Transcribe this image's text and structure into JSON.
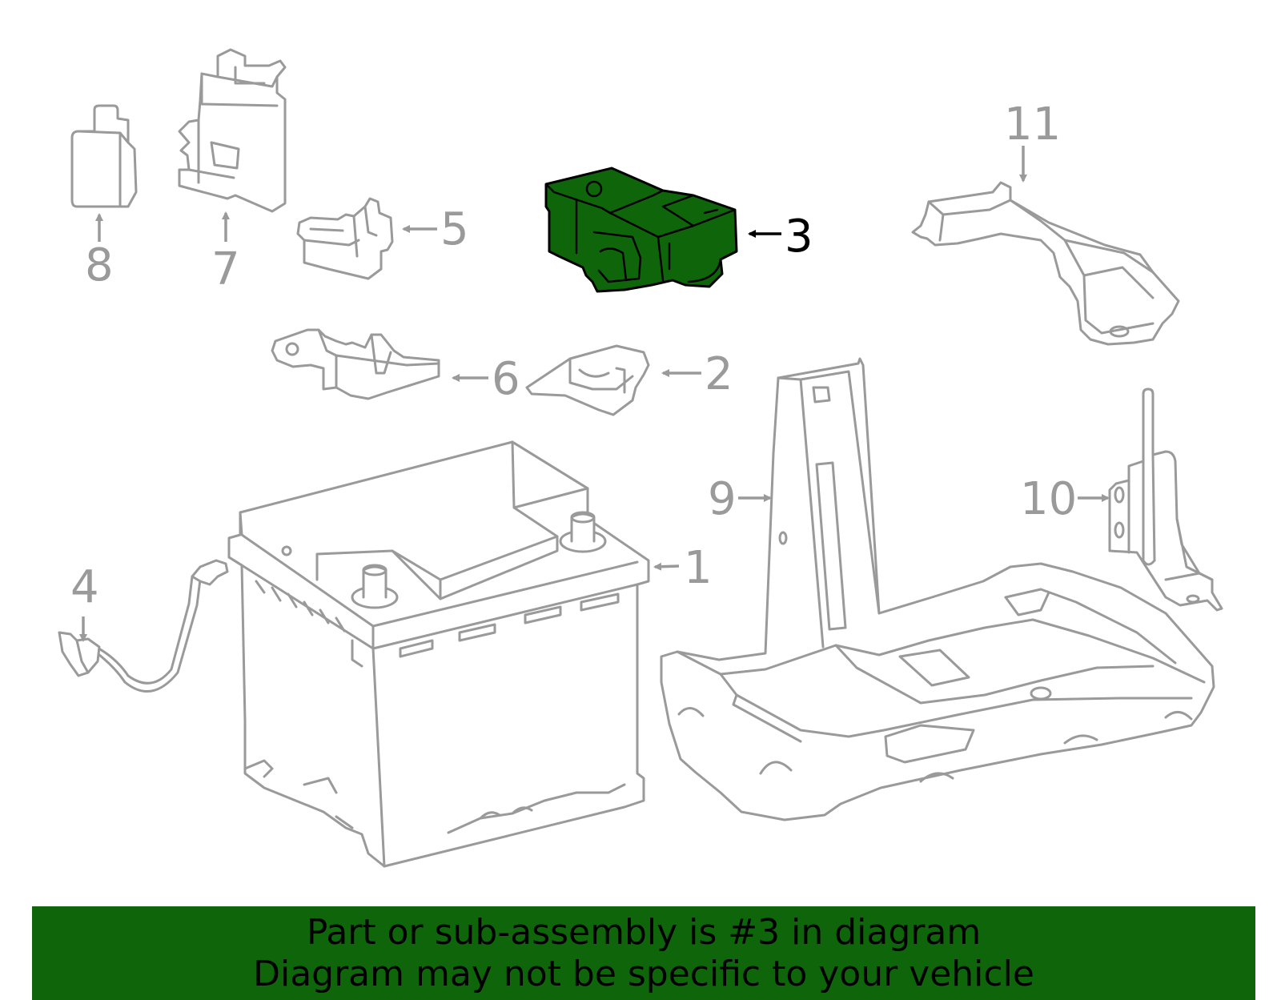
{
  "colors": {
    "highlight": "#0f650a",
    "outline": "#9a9a9a",
    "banner": "#0f650a",
    "text": "#000000"
  },
  "callouts": {
    "c1": "1",
    "c2": "2",
    "c3": "3",
    "c4": "4",
    "c5": "5",
    "c6": "6",
    "c7": "7",
    "c8": "8",
    "c9": "9",
    "c10": "10",
    "c11": "11"
  },
  "highlighted_part": "3",
  "banner": {
    "line1": "Part or sub-assembly is #3 in diagram",
    "line2": "Diagram may not be specific to your vehicle"
  }
}
